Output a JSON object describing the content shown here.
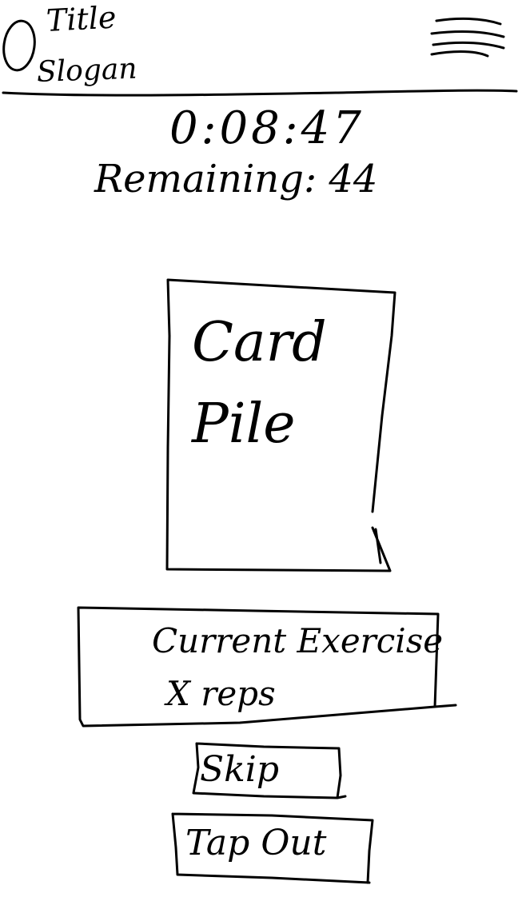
{
  "header": {
    "title": "Title",
    "slogan": "Slogan",
    "menu_icon": "hamburger-menu-icon",
    "logo_icon": "circle-logo-icon"
  },
  "timer": {
    "elapsed": "0:08:47",
    "remaining_text": "Remaining: 44"
  },
  "card_pile": {
    "label": "Card Pile"
  },
  "current_exercise": {
    "name": "Current Exercise",
    "reps": "X reps"
  },
  "actions": {
    "skip_label": "Skip",
    "tap_out_label": "Tap Out"
  },
  "colors": {
    "ink": "#000000",
    "background": "#ffffff"
  }
}
